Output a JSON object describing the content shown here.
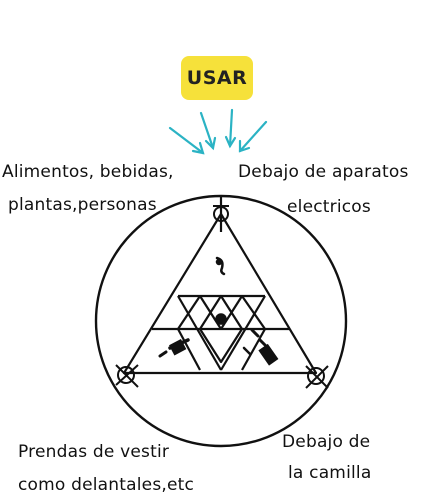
{
  "badge": {
    "text": "USAR",
    "color": "#f6e13a"
  },
  "labels": {
    "top_left_line1": "Alimentos, bebidas,",
    "top_left_line2": "plantas,personas",
    "top_right_line1": "Debajo de aparatos",
    "top_right_line2": "electricos",
    "bottom_left_line1": "Prendas de vestir",
    "bottom_left_line2": "como delantales,etc",
    "bottom_right_line1": "Debajo de",
    "bottom_right_line2": "la camilla"
  },
  "colors": {
    "arrow": "#2bb3c4",
    "line": "#111111"
  },
  "icons": [
    "arrow-icon",
    "circle-icon",
    "triangle-grid-icon",
    "glyph-marks-icon"
  ]
}
